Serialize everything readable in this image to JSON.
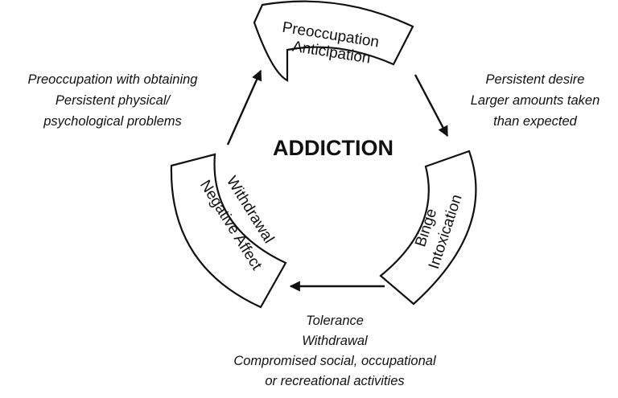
{
  "title": "ADDICTION",
  "stages": {
    "preoccupation": {
      "line1": "Preoccupation",
      "line2": "Anticipation"
    },
    "binge": {
      "line1": "Binge",
      "line2": "Intoxication"
    },
    "withdrawal": {
      "line1": "Withdrawal",
      "line2": "Negative Affect"
    }
  },
  "annotations": {
    "top_left": [
      "Preoccupation with obtaining",
      "Persistent physical/",
      "psychological problems"
    ],
    "top_right": [
      "Persistent desire",
      "Larger amounts taken",
      "than expected"
    ],
    "bottom": [
      "Tolerance",
      "Withdrawal",
      "Compromised social, occupational",
      "or recreational activities"
    ]
  },
  "colors": {
    "ink": "#111111",
    "background": "#ffffff"
  }
}
